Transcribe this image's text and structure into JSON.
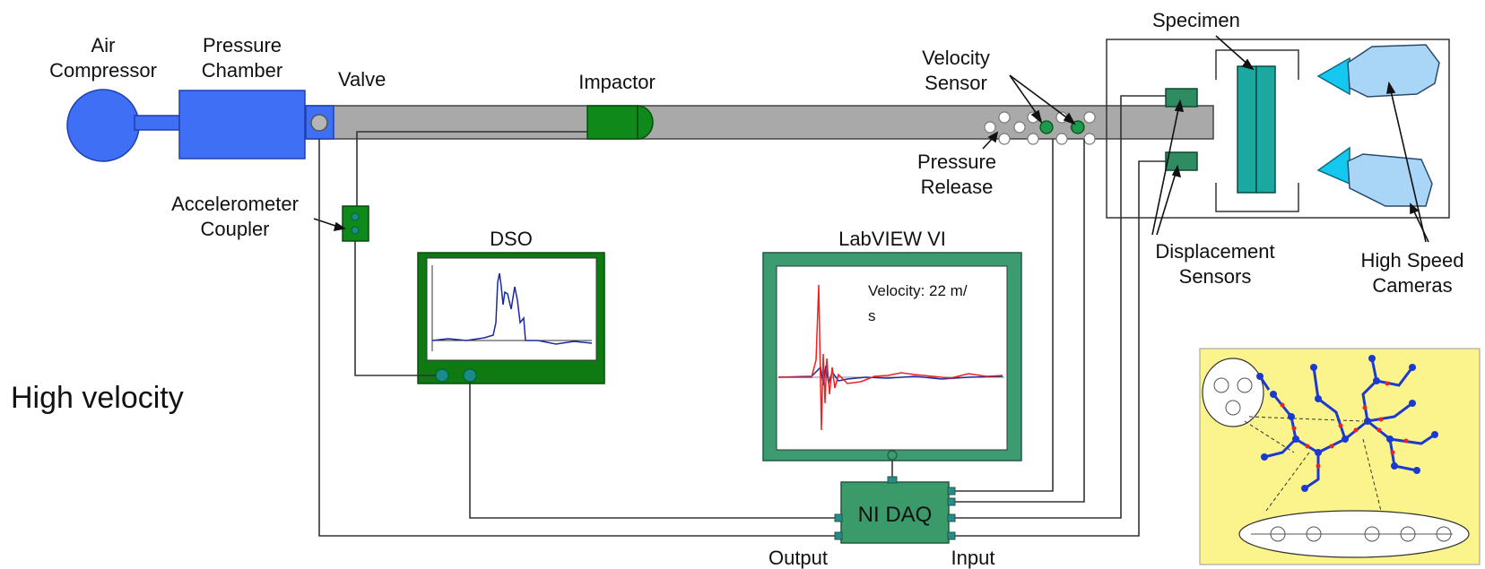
{
  "labels": {
    "air_compressor": [
      "Air",
      "Compressor"
    ],
    "pressure_chamber": [
      "Pressure",
      "Chamber"
    ],
    "valve": "Valve",
    "impactor": "Impactor",
    "velocity_sensor": [
      "Velocity",
      "Sensor"
    ],
    "pressure_release": [
      "Pressure",
      "Release"
    ],
    "specimen": "Specimen",
    "accelerometer_coupler": [
      "Accelerometer",
      "Coupler"
    ],
    "dso": "DSO",
    "labview": "LabVIEW VI",
    "velocity_readout": [
      "Velocity: 22 m/",
      "s"
    ],
    "displacement_sensors": [
      "Displacement",
      "Sensors"
    ],
    "high_speed_cameras": [
      "High Speed",
      "Cameras"
    ],
    "high_velocity": "High velocity",
    "ni_daq": "NI DAQ",
    "output": "Output",
    "input": "Input"
  },
  "colors": {
    "compressor_blue": "#3f6ff5",
    "barrel_gray": "#a9a9a9",
    "impactor_green": "#0f8a1a",
    "dso_green": "#0f7a12",
    "daq_green": "#3a9a6a",
    "labview_frame": "#3d9b72",
    "sensor_green": "#2e8b62",
    "specimen_teal": "#1aa8a0",
    "camera_blue": "#a9d6f7",
    "camera_lens": "#14c8f0",
    "molecule_bg": "#fbf48c",
    "signal_red": "#ee2222",
    "signal_blue": "#1a2aa0"
  }
}
